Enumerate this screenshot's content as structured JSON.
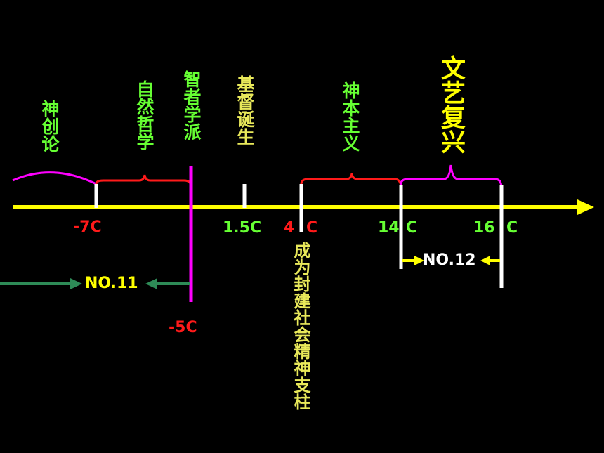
{
  "colors": {
    "background": "#000000",
    "axis": "#ffff00",
    "green": "#66ff33",
    "red": "#ff1a1a",
    "magenta": "#ff00ff",
    "white": "#ffffff",
    "yellow": "#ffff00",
    "teal": "#2e8b57"
  },
  "labels": {
    "shen_chuang_lun": "神创论",
    "ziran_zhexue": "自然哲学",
    "zhizhe_xuepai": "智者学派",
    "jidu_dansheng": "基督诞生",
    "shenben_zhuyi": "神本主义",
    "wenyi_fuxing": "文艺复兴",
    "fengjian_zhizhu": "成为封建社会精神支柱"
  },
  "ticks": {
    "minus7": "-7C",
    "minus5": "-5C",
    "p1_5": "1.5C",
    "p4_num": "4",
    "p4_c": "C",
    "p14_num": "14",
    "p14_c": "C",
    "p16_num": "16",
    "p16_c": "C"
  },
  "ranges": {
    "no11": "NO.11",
    "no12": "NO.12"
  }
}
